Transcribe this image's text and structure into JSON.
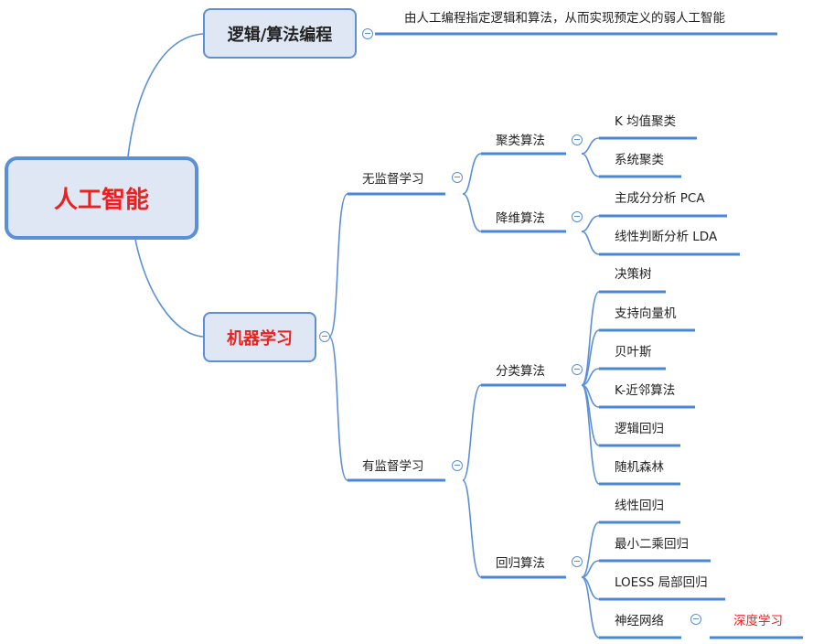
{
  "colors": {
    "accent": "#5b8fd6",
    "line": "#4a86d8",
    "highlight": "#e8231f",
    "box_fill": "#dfe7f4"
  },
  "root": {
    "label": "人工智能"
  },
  "logic": {
    "label": "逻辑/算法编程",
    "desc": "由人工编程指定逻辑和算法，从而实现预定义的弱人工智能"
  },
  "ml": {
    "label": "机器学习",
    "unsupervised": {
      "label": "无监督学习",
      "clustering": {
        "label": "聚类算法",
        "items": [
          "K 均值聚类",
          "系统聚类"
        ]
      },
      "dimred": {
        "label": "降维算法",
        "items": [
          "主成分分析 PCA",
          "线性判断分析 LDA"
        ]
      }
    },
    "supervised": {
      "label": "有监督学习",
      "classification": {
        "label": "分类算法",
        "items": [
          "决策树",
          "支持向量机",
          "贝叶斯",
          "K-近邻算法",
          "逻辑回归",
          "随机森林"
        ]
      },
      "regression": {
        "label": "回归算法",
        "items": [
          "线性回归",
          "最小二乘回归",
          "LOESS 局部回归",
          "神经网络"
        ]
      },
      "deep_learning": "深度学习"
    }
  }
}
